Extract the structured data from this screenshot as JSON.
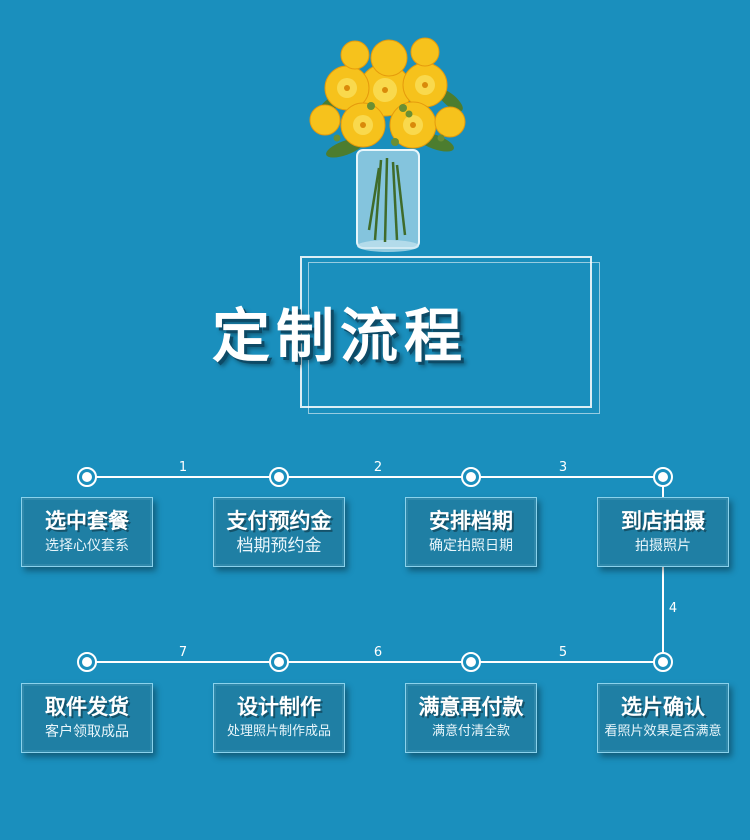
{
  "title": "定制流程",
  "colors": {
    "background": "#1a8fbd",
    "card": "#1f7fa4",
    "line": "#ffffff"
  },
  "illustration": "yellow-flower-vase",
  "step_numbers": [
    "1",
    "2",
    "3",
    "4",
    "5",
    "6",
    "7"
  ],
  "steps": [
    {
      "title": "选中套餐",
      "subtitle": "选择心仪套系"
    },
    {
      "title": "支付预约金",
      "subtitle": "档期预约金"
    },
    {
      "title": "安排档期",
      "subtitle": "确定拍照日期"
    },
    {
      "title": "到店拍摄",
      "subtitle": "拍摄照片"
    },
    {
      "title": "选片确认",
      "subtitle": "看照片效果是否满意"
    },
    {
      "title": "满意再付款",
      "subtitle": "满意付清全款"
    },
    {
      "title": "设计制作",
      "subtitle": "处理照片制作成品"
    },
    {
      "title": "取件发货",
      "subtitle": "客户领取成品"
    }
  ]
}
